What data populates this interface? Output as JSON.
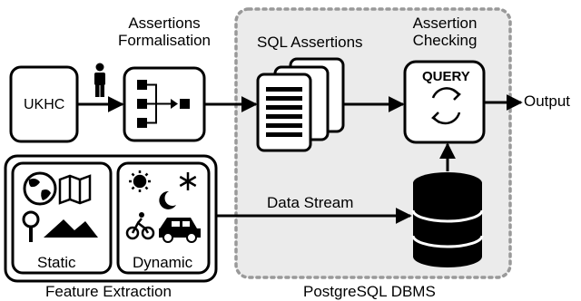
{
  "labels": {
    "assertions_formalisation": [
      "Assertions",
      "Formalisation"
    ],
    "sql_assertions": "SQL Assertions",
    "assertion_checking": [
      "Assertion",
      "Checking"
    ],
    "ukhc": "UKHC",
    "query": "QUERY",
    "output": "Output",
    "data_stream": "Data Stream",
    "static": "Static",
    "dynamic": "Dynamic",
    "feature_extraction": "Feature Extraction",
    "postgresql_dbms": "PostgreSQL DBMS"
  },
  "icons": [
    "person-icon",
    "flowchart-icon",
    "document-stack-icon",
    "refresh-cycle-icon",
    "database-icon",
    "globe-icon",
    "map-icon",
    "magnifier-icon",
    "mountain-icon",
    "sun-icon",
    "moon-icon",
    "snowflake-icon",
    "cyclist-icon",
    "car-icon"
  ],
  "colors": {
    "stroke": "#000000",
    "dbms_fill": "#ebebeb",
    "dbms_border": "#999999"
  }
}
